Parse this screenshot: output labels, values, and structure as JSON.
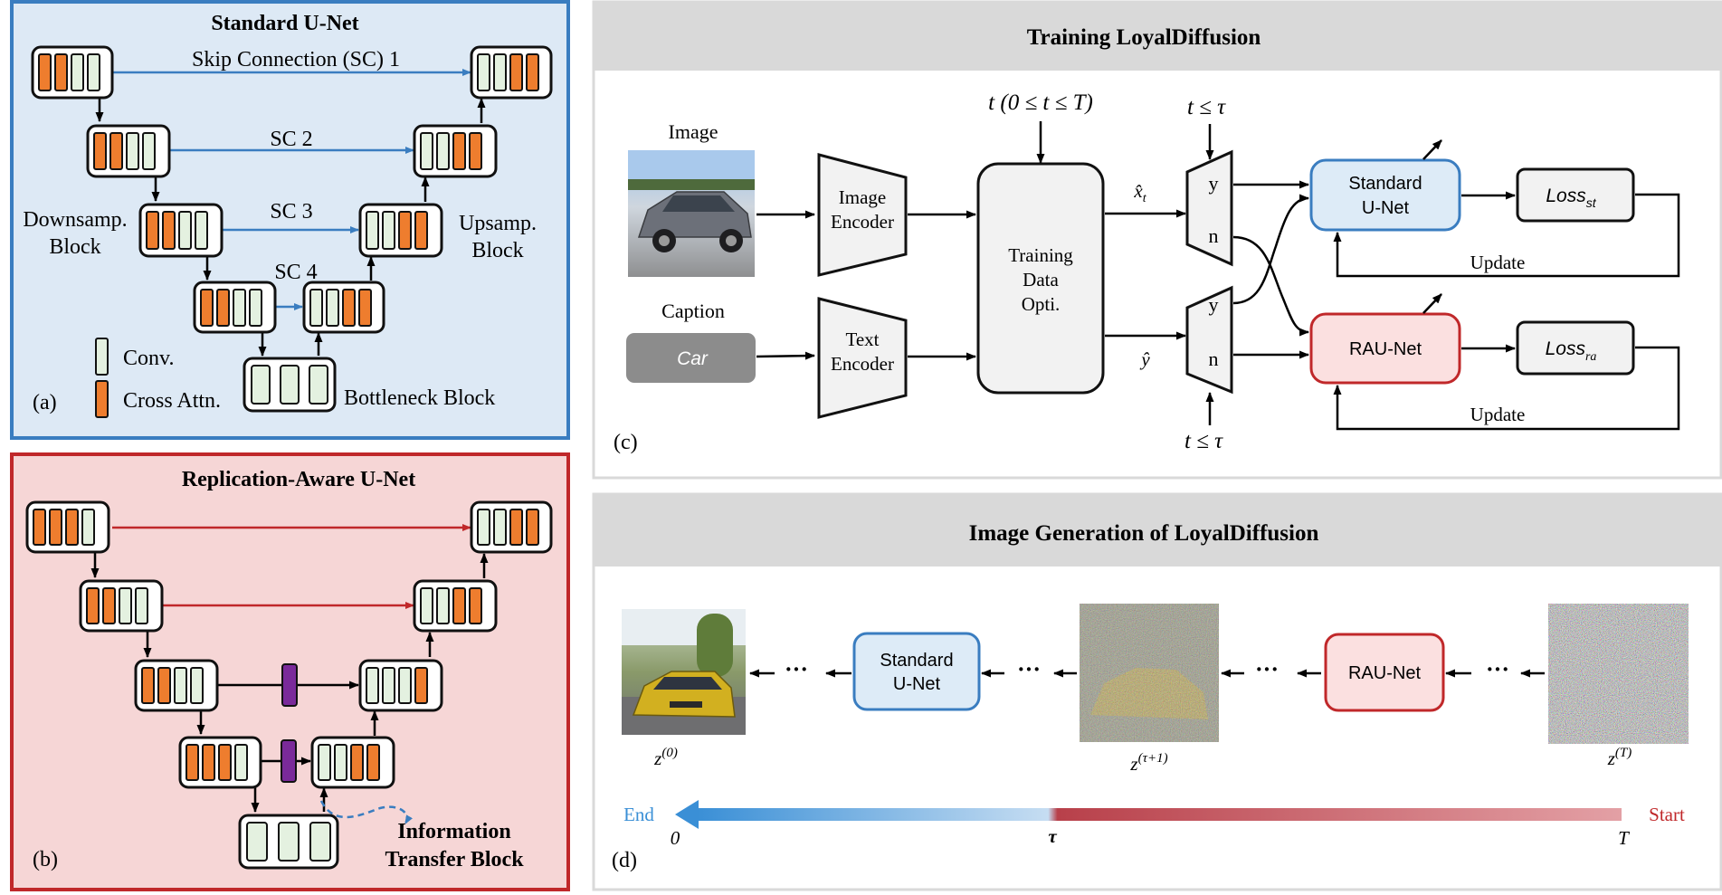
{
  "panel_a": {
    "title": "Standard U-Net",
    "sc1": "Skip  Connection (SC) 1",
    "sc2": "SC 2",
    "sc3": "SC 3",
    "sc4": "SC 4",
    "down_label_1": "Downsamp.",
    "down_label_2": "Block",
    "up_label_1": "Upsamp.",
    "up_label_2": "Block",
    "legend_conv": "Conv.",
    "legend_attn": "Cross Attn.",
    "bottleneck": "Bottleneck Block",
    "tag": "(a)"
  },
  "panel_b": {
    "title": "Replication-Aware U-Net",
    "itb_1": "Information",
    "itb_2": "Transfer Block",
    "tag": "(b)"
  },
  "panel_c": {
    "title": "Training LoyalDiffusion",
    "image_label": "Image",
    "caption_label": "Caption",
    "caption_value": "Car",
    "image_encoder_1": "Image",
    "image_encoder_2": "Encoder",
    "text_encoder_1": "Text",
    "text_encoder_2": "Encoder",
    "t_range": "t (0 ≤ t ≤ T)",
    "opt_1": "Training",
    "opt_2": "Data",
    "opt_3": "Opti.",
    "x_hat": "x̂",
    "x_sub": "t",
    "y_hat": "ŷ",
    "cond_top": "t ≤ τ",
    "cond_bottom": "t ≤ τ",
    "switch_y": "y",
    "switch_n": "n",
    "std_unet_1": "Standard",
    "std_unet_2": "U-Net",
    "rau_net": "RAU-Net",
    "loss": "Loss",
    "loss_st": "st",
    "loss_ra": "ra",
    "update": "Update",
    "tag": "(c)"
  },
  "panel_d": {
    "title": "Image Generation of LoyalDiffusion",
    "std_unet_1": "Standard",
    "std_unet_2": "U-Net",
    "rau_net": "RAU-Net",
    "dots": "···",
    "z": "z",
    "z0_sup": "(0)",
    "zt1_sup": "(τ+1)",
    "zT_sup": "(T)",
    "end": "End",
    "start": "Start",
    "tick_0": "0",
    "tick_tau": "τ",
    "tick_T": "T",
    "tag": "(d)"
  },
  "colors": {
    "panel_a_bg": "#dde9f5",
    "panel_a_border": "#3a7dc0",
    "panel_b_bg": "#f6d6d6",
    "panel_b_border": "#c0282a",
    "conv_fill": "#e4f1e0",
    "attn_fill": "#ee7d2e",
    "itb_fill": "#7a2a9a",
    "skip_blue": "#3a7dc0",
    "skip_red": "#c0282a",
    "header_gray": "#d9d9d9",
    "std_box": "#ddebf7",
    "rau_box": "#fbe0e0"
  }
}
